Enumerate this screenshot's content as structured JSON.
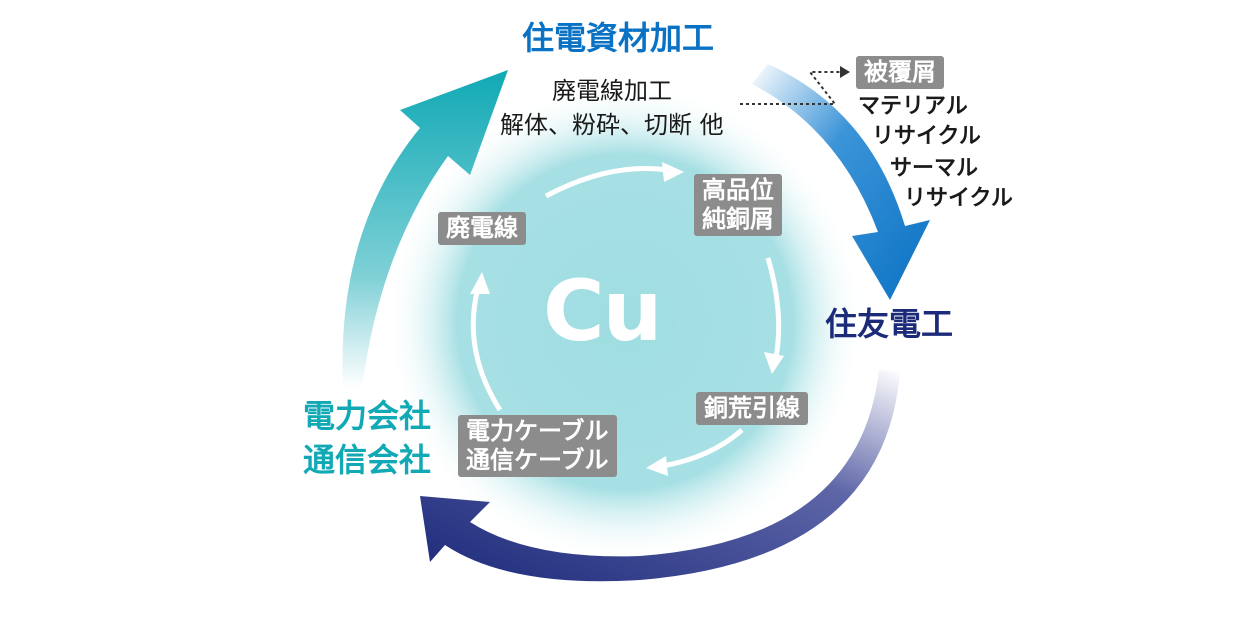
{
  "center": {
    "symbol": "Cu"
  },
  "actors": {
    "top": "住電資材加工",
    "right": "住友電工",
    "left_line1": "電力会社",
    "left_line2": "通信会社"
  },
  "processing": {
    "line1": "廃電線加工",
    "line2": "解体、粉砕、切断 他"
  },
  "boxes": {
    "waste_wire": "廃電線",
    "pure_copper_line1": "高品位",
    "pure_copper_line2": "純銅屑",
    "copper_wire": "銅荒引線",
    "cables_line1": "電力ケーブル",
    "cables_line2": "通信ケーブル",
    "coating_scrap": "被覆屑"
  },
  "recycling": {
    "line1": "マテリアル",
    "line2": "リサイクル",
    "line3": "サーマル",
    "line4": "リサイクル"
  },
  "colors": {
    "teal": "#10a9b5",
    "blue": "#0a72c4",
    "navy": "#1c2a7a",
    "glow": "#9fdde2",
    "box_gray": "#8c8c8c"
  }
}
